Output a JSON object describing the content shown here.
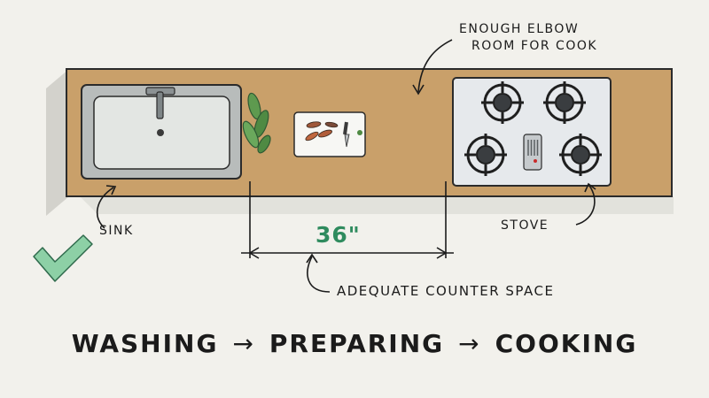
{
  "annotations": {
    "elbow_room_line1": "ENOUGH ELBOW",
    "elbow_room_line2": "ROOM FOR COOK",
    "sink": "SINK",
    "stove": "STOVE",
    "dimension": "36\"",
    "counter_space": "ADEQUATE COUNTER SPACE"
  },
  "workflow": {
    "step1": "WASHING",
    "arrow": "→",
    "step2": "PREPARING",
    "step3": "COOKING"
  },
  "colors": {
    "background": "#f2f1ec",
    "counter": "#c9a06a",
    "sink_basin": "#e3e6e3",
    "stove_top": "#e6e9ec",
    "dimension_text": "#2f8b5e",
    "check_mark": "#7bc59a"
  },
  "icons": [
    "faucet-icon",
    "herb-icon",
    "cutting-board-icon",
    "knife-icon",
    "burner-icon",
    "check-icon"
  ]
}
